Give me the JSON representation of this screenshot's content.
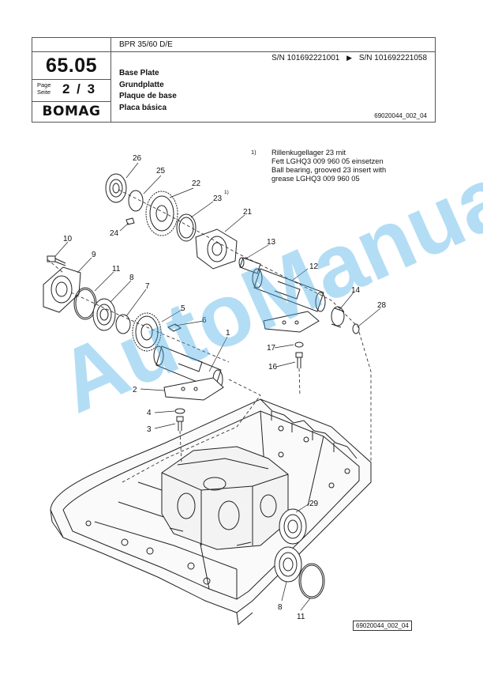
{
  "header": {
    "model": "BPR 35/60 D/E",
    "page_number": "65.05",
    "page_label_1": "Page",
    "page_label_2": "Seite",
    "page_value": "2 / 3",
    "brand": "BOMAG",
    "serial_from": "S/N 101692221001",
    "serial_to": "S/N 101692221058",
    "title_en": "Base Plate",
    "title_de": "Grundplatte",
    "title_fr": "Plaque de base",
    "title_es": "Placa básica",
    "doc_ref": "69020044_002_04"
  },
  "footnote": {
    "marker": "1)",
    "line1": "Rillenkugellager 23 mit",
    "line2": "Fett LGHQ3 009 960 05 einsetzen",
    "line3": "Ball bearing, grooved 23 insert  with",
    "line4": "grease LGHQ3 009 960 05"
  },
  "callouts": [
    "26",
    "25",
    "22",
    "23",
    "21",
    "24",
    "10",
    "9",
    "13",
    "11",
    "8",
    "7",
    "12",
    "5",
    "6",
    "1",
    "14",
    "28",
    "17",
    "16",
    "2",
    "4",
    "3",
    "29",
    "8",
    "11"
  ],
  "callout_footnote_mark": "1)",
  "drawing_ref": "69020044_002_04",
  "watermark": "AutoManual"
}
